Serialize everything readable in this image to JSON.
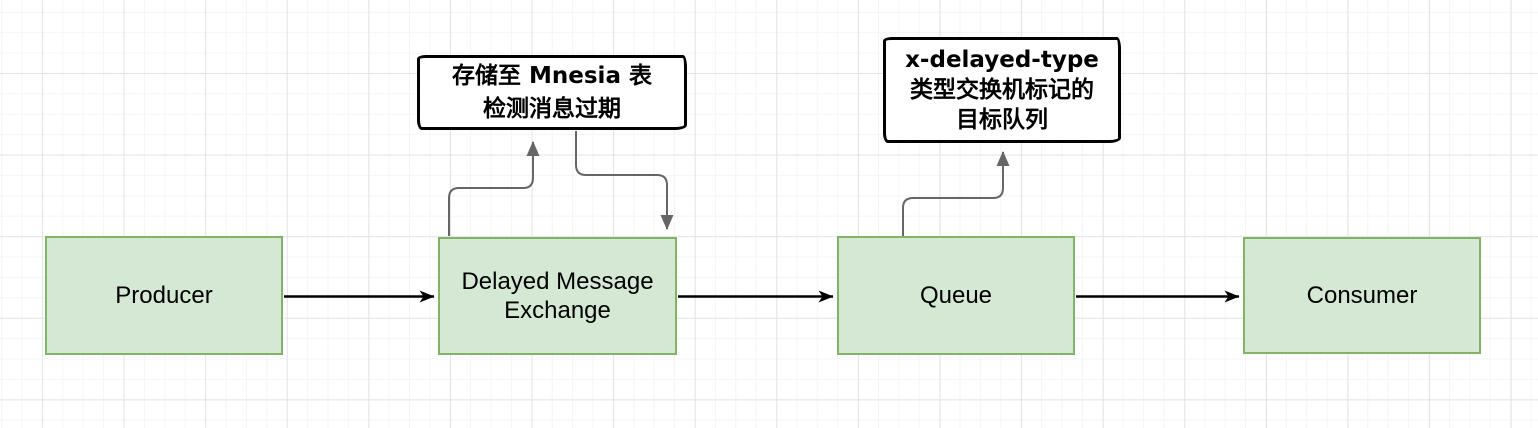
{
  "diagram": {
    "nodes": [
      {
        "id": "producer",
        "label": "Producer"
      },
      {
        "id": "exchange",
        "label": "Delayed Message Exchange"
      },
      {
        "id": "queue",
        "label": "Queue"
      },
      {
        "id": "consumer",
        "label": "Consumer"
      }
    ],
    "notes": [
      {
        "id": "mnesia-note",
        "lines": [
          "存储至 Mnesia 表",
          "检测消息过期"
        ]
      },
      {
        "id": "x-delayed-type-note",
        "lines": [
          "x-delayed-type",
          "类型交换机标记的",
          "目标队列"
        ]
      }
    ],
    "connections": [
      {
        "from": "Producer",
        "to": "Delayed Message Exchange",
        "style": "black-arrow"
      },
      {
        "from": "Delayed Message Exchange",
        "to": "Queue",
        "style": "black-arrow"
      },
      {
        "from": "Queue",
        "to": "Consumer",
        "style": "black-arrow"
      },
      {
        "from": "Delayed Message Exchange",
        "to": "mnesia-note",
        "style": "gray-curved-arrow"
      },
      {
        "from": "mnesia-note",
        "to": "Delayed Message Exchange",
        "style": "gray-curved-arrow"
      },
      {
        "from": "Queue",
        "to": "x-delayed-type-note",
        "style": "gray-curved-arrow"
      }
    ],
    "colors": {
      "node_fill": "#d5e8d4",
      "node_border": "#82b366",
      "flow_arrow": "#000000",
      "note_arrow": "#666666",
      "note_border": "#000000",
      "note_fill": "#ffffff",
      "grid_minor": "#f5f5f5",
      "grid_major": "#e4e4e4"
    }
  }
}
